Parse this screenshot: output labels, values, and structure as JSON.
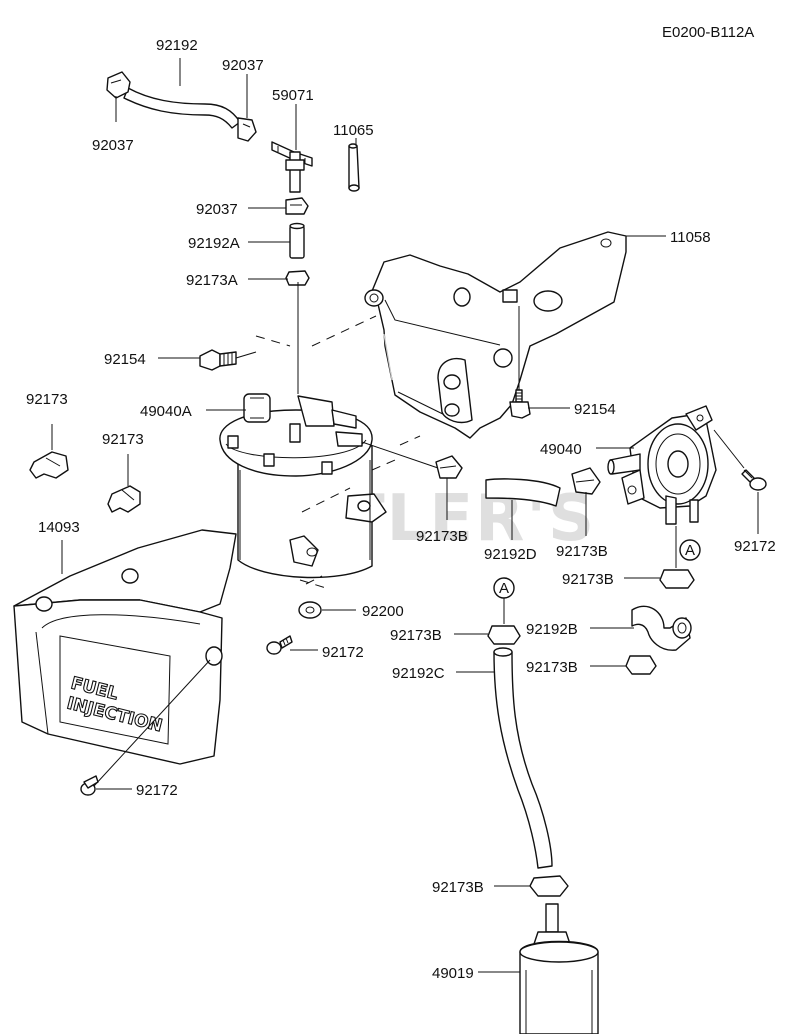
{
  "diagram_code": "E0200-B112A",
  "watermark": "CUTLER'S",
  "emboss_line1": "FUEL",
  "emboss_line2": "INJECTION",
  "callout_A_label": "A",
  "parts": [
    {
      "id": "p92192_top",
      "number": "92192"
    },
    {
      "id": "p92037_top",
      "number": "92037"
    },
    {
      "id": "p92037_left",
      "number": "92037"
    },
    {
      "id": "p59071",
      "number": "59071"
    },
    {
      "id": "p11065",
      "number": "11065"
    },
    {
      "id": "p92037_mid",
      "number": "92037"
    },
    {
      "id": "p92192A",
      "number": "92192A"
    },
    {
      "id": "p92173A",
      "number": "92173A"
    },
    {
      "id": "p11058",
      "number": "11058"
    },
    {
      "id": "p92154_left",
      "number": "92154"
    },
    {
      "id": "p92154_right",
      "number": "92154"
    },
    {
      "id": "p92173_a",
      "number": "92173"
    },
    {
      "id": "p92173_b",
      "number": "92173"
    },
    {
      "id": "p49040A",
      "number": "49040A"
    },
    {
      "id": "p49040",
      "number": "49040"
    },
    {
      "id": "p92172_r",
      "number": "92172"
    },
    {
      "id": "p92173B_c",
      "number": "92173B"
    },
    {
      "id": "p92192D",
      "number": "92192D"
    },
    {
      "id": "p92173B_d",
      "number": "92173B"
    },
    {
      "id": "p14093",
      "number": "14093"
    },
    {
      "id": "p92173B_e",
      "number": "92173B"
    },
    {
      "id": "p92200",
      "number": "92200"
    },
    {
      "id": "p92173B_f",
      "number": "92173B"
    },
    {
      "id": "p92192B",
      "number": "92192B"
    },
    {
      "id": "p92172_m",
      "number": "92172"
    },
    {
      "id": "p92173B_g",
      "number": "92173B"
    },
    {
      "id": "p92192C",
      "number": "92192C"
    },
    {
      "id": "p92172_b",
      "number": "92172"
    },
    {
      "id": "p92173B_h",
      "number": "92173B"
    },
    {
      "id": "p49019",
      "number": "49019"
    }
  ]
}
